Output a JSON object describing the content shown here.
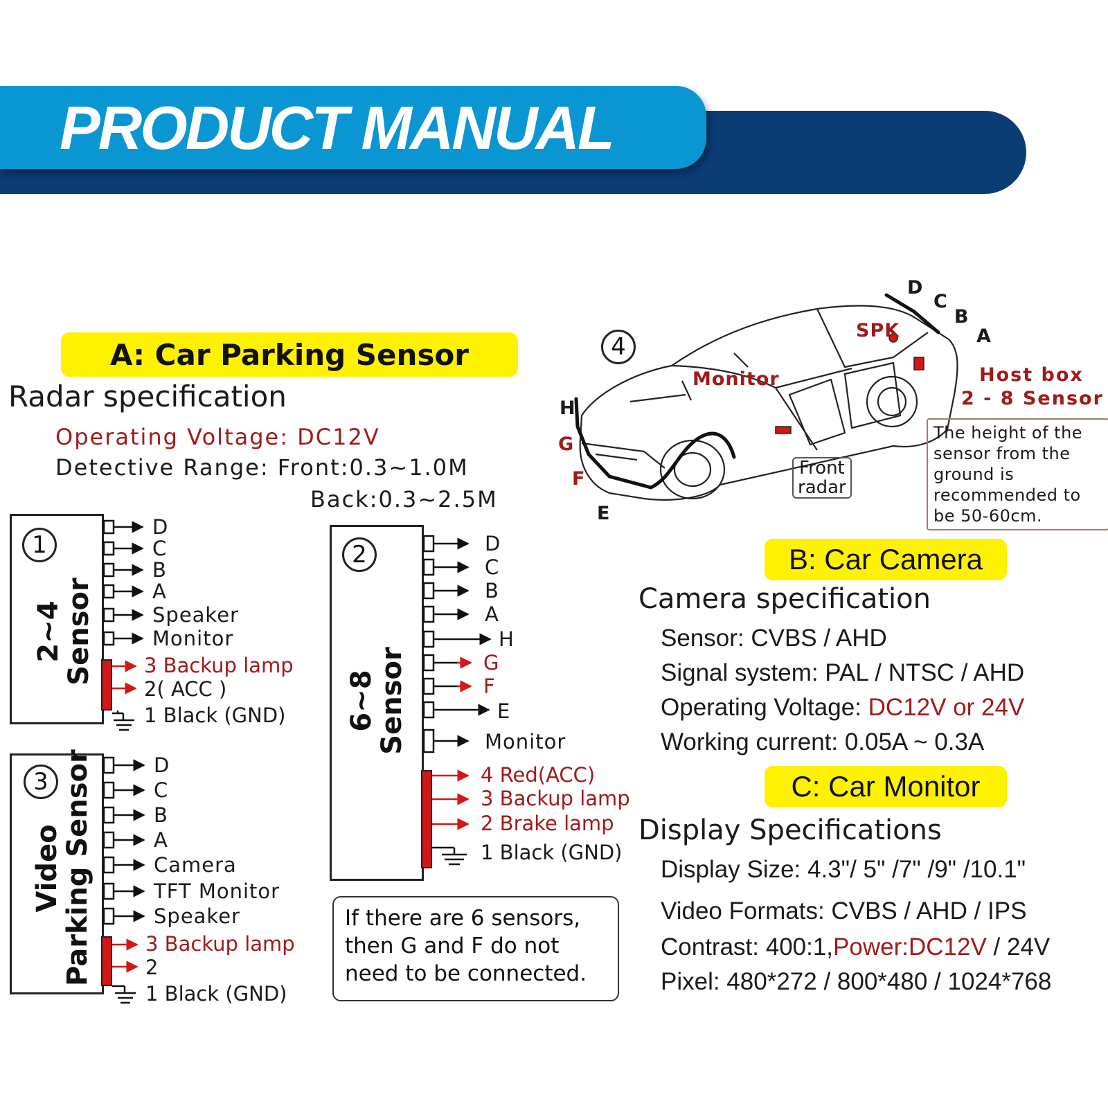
{
  "header": {
    "title": "PRODUCT MANUAL"
  },
  "section_a": {
    "pill": "A: Car Parking Sensor",
    "spec_title": "Radar specification",
    "voltage": "Operating Voltage: DC12V",
    "range_front": "Detective Range: Front:0.3~1.0M",
    "range_back": "Back:0.3~2.5M"
  },
  "box1": {
    "number": "1",
    "label_line1": "2~4",
    "label_line2": "Sensor",
    "wires": [
      "D",
      "C",
      "B",
      "A",
      "Speaker",
      "Monitor"
    ],
    "power": [
      "3 Backup lamp",
      "2( ACC )",
      "1 Black (GND)"
    ]
  },
  "box2": {
    "number": "2",
    "label_line1": "6~8",
    "label_line2": "Sensor",
    "wires": [
      "D",
      "C",
      "B",
      "A",
      "H",
      "G",
      "F",
      "E",
      "Monitor"
    ],
    "power": [
      "4 Red(ACC)",
      "3 Backup lamp",
      "2 Brake lamp",
      "1 Black (GND)"
    ]
  },
  "box3": {
    "number": "3",
    "label_line1": "Video",
    "label_line2": "Parking Sensor",
    "wires": [
      "D",
      "C",
      "B",
      "A",
      "Camera",
      "TFT Monitor",
      "Speaker"
    ],
    "power": [
      "3 Backup lamp",
      "2",
      "1 Black (GND)"
    ]
  },
  "note": "If there are 6 sensors, then G and F do not need to be connected.",
  "car": {
    "number": "4",
    "letters_rear": [
      "D",
      "C",
      "B",
      "A"
    ],
    "letters_front": [
      "H",
      "G",
      "F",
      "E"
    ],
    "monitor": "Monitor",
    "spk": "SPK",
    "host_box_1": "Host box",
    "host_box_2": "2 - 8 Sensor",
    "front_radar_1": "Front",
    "front_radar_2": "radar",
    "height_note": "The height of the sensor from the ground is recommended to be 50-60cm."
  },
  "section_b": {
    "pill": "B: Car Camera",
    "spec_title": "Camera specification",
    "sensor": "Sensor: CVBS / AHD",
    "signal": "Signal system: PAL / NTSC / AHD",
    "voltage_label": "Operating Voltage: ",
    "voltage_value": "DC12V or 24V",
    "current": "Working current: 0.05A ~ 0.3A"
  },
  "section_c": {
    "pill": "C: Car Monitor",
    "spec_title": "Display Specifications",
    "size": "Display Size: 4.3\"/ 5\" /7\" /9\" /10.1\"",
    "formats": "Video Formats: CVBS / AHD / IPS",
    "contrast_label": "Contrast: 400:1,",
    "power_value": "Power:DC12V",
    "power_rest": " / 24V",
    "pixel": "Pixel: 480*272 / 800*480 / 1024*768"
  },
  "colors": {
    "banner_light": "#0a96d2",
    "banner_dark": "#0b3c74",
    "pill": "#fff200",
    "accent_red": "#a11a1a",
    "bar_red": "#d41616"
  }
}
